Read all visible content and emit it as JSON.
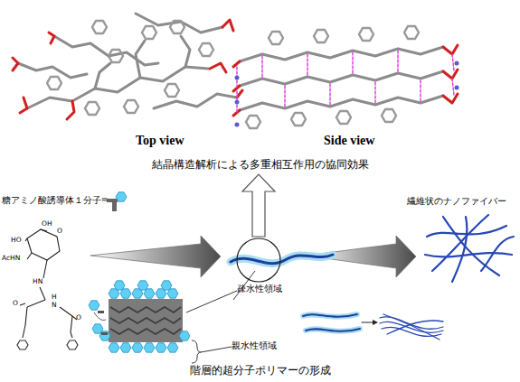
{
  "diagram": {
    "labels": [
      "Top view",
      "Side view",
      "結晶構造解析による多重相互作用の協同効果",
      "糖アミノ酸誘導体１分子",
      "＝",
      "繊維状のナノファイバー",
      "OH",
      "HO",
      "O",
      "AcHN",
      "疎水性領域",
      "HN",
      "H",
      "N",
      "O",
      "O",
      "親水性領域",
      "階層的超分子ポリマーの形成"
    ]
  }
}
